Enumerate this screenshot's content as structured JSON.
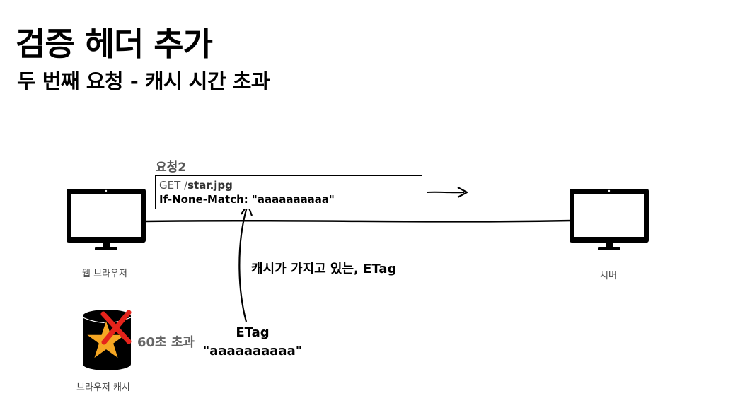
{
  "slide": {
    "title": "검증 헤더 추가",
    "subtitle": "두 번째 요청 - 캐시 시간 초과"
  },
  "request": {
    "label": "요청2",
    "method_prefix": "GET /",
    "path": "star.jpg",
    "header_line": "If-None-Match: \"aaaaaaaaaa\""
  },
  "client": {
    "label": "웹 브라우저",
    "icon": "monitor-icon"
  },
  "server": {
    "label": "서버",
    "icon": "monitor-icon"
  },
  "cache": {
    "label": "브라우저 캐시",
    "timeout_text": "60초 초과",
    "icon": "database-star-icon",
    "expired_mark": "red-x-icon"
  },
  "annotation": {
    "text": "캐시가 가지고 있는, ETag",
    "etag_title": "ETag",
    "etag_value": "\"aaaaaaaaaa\""
  },
  "colors": {
    "star": "#F5A623",
    "x_mark": "#E5231B",
    "text_gray": "#555555"
  }
}
